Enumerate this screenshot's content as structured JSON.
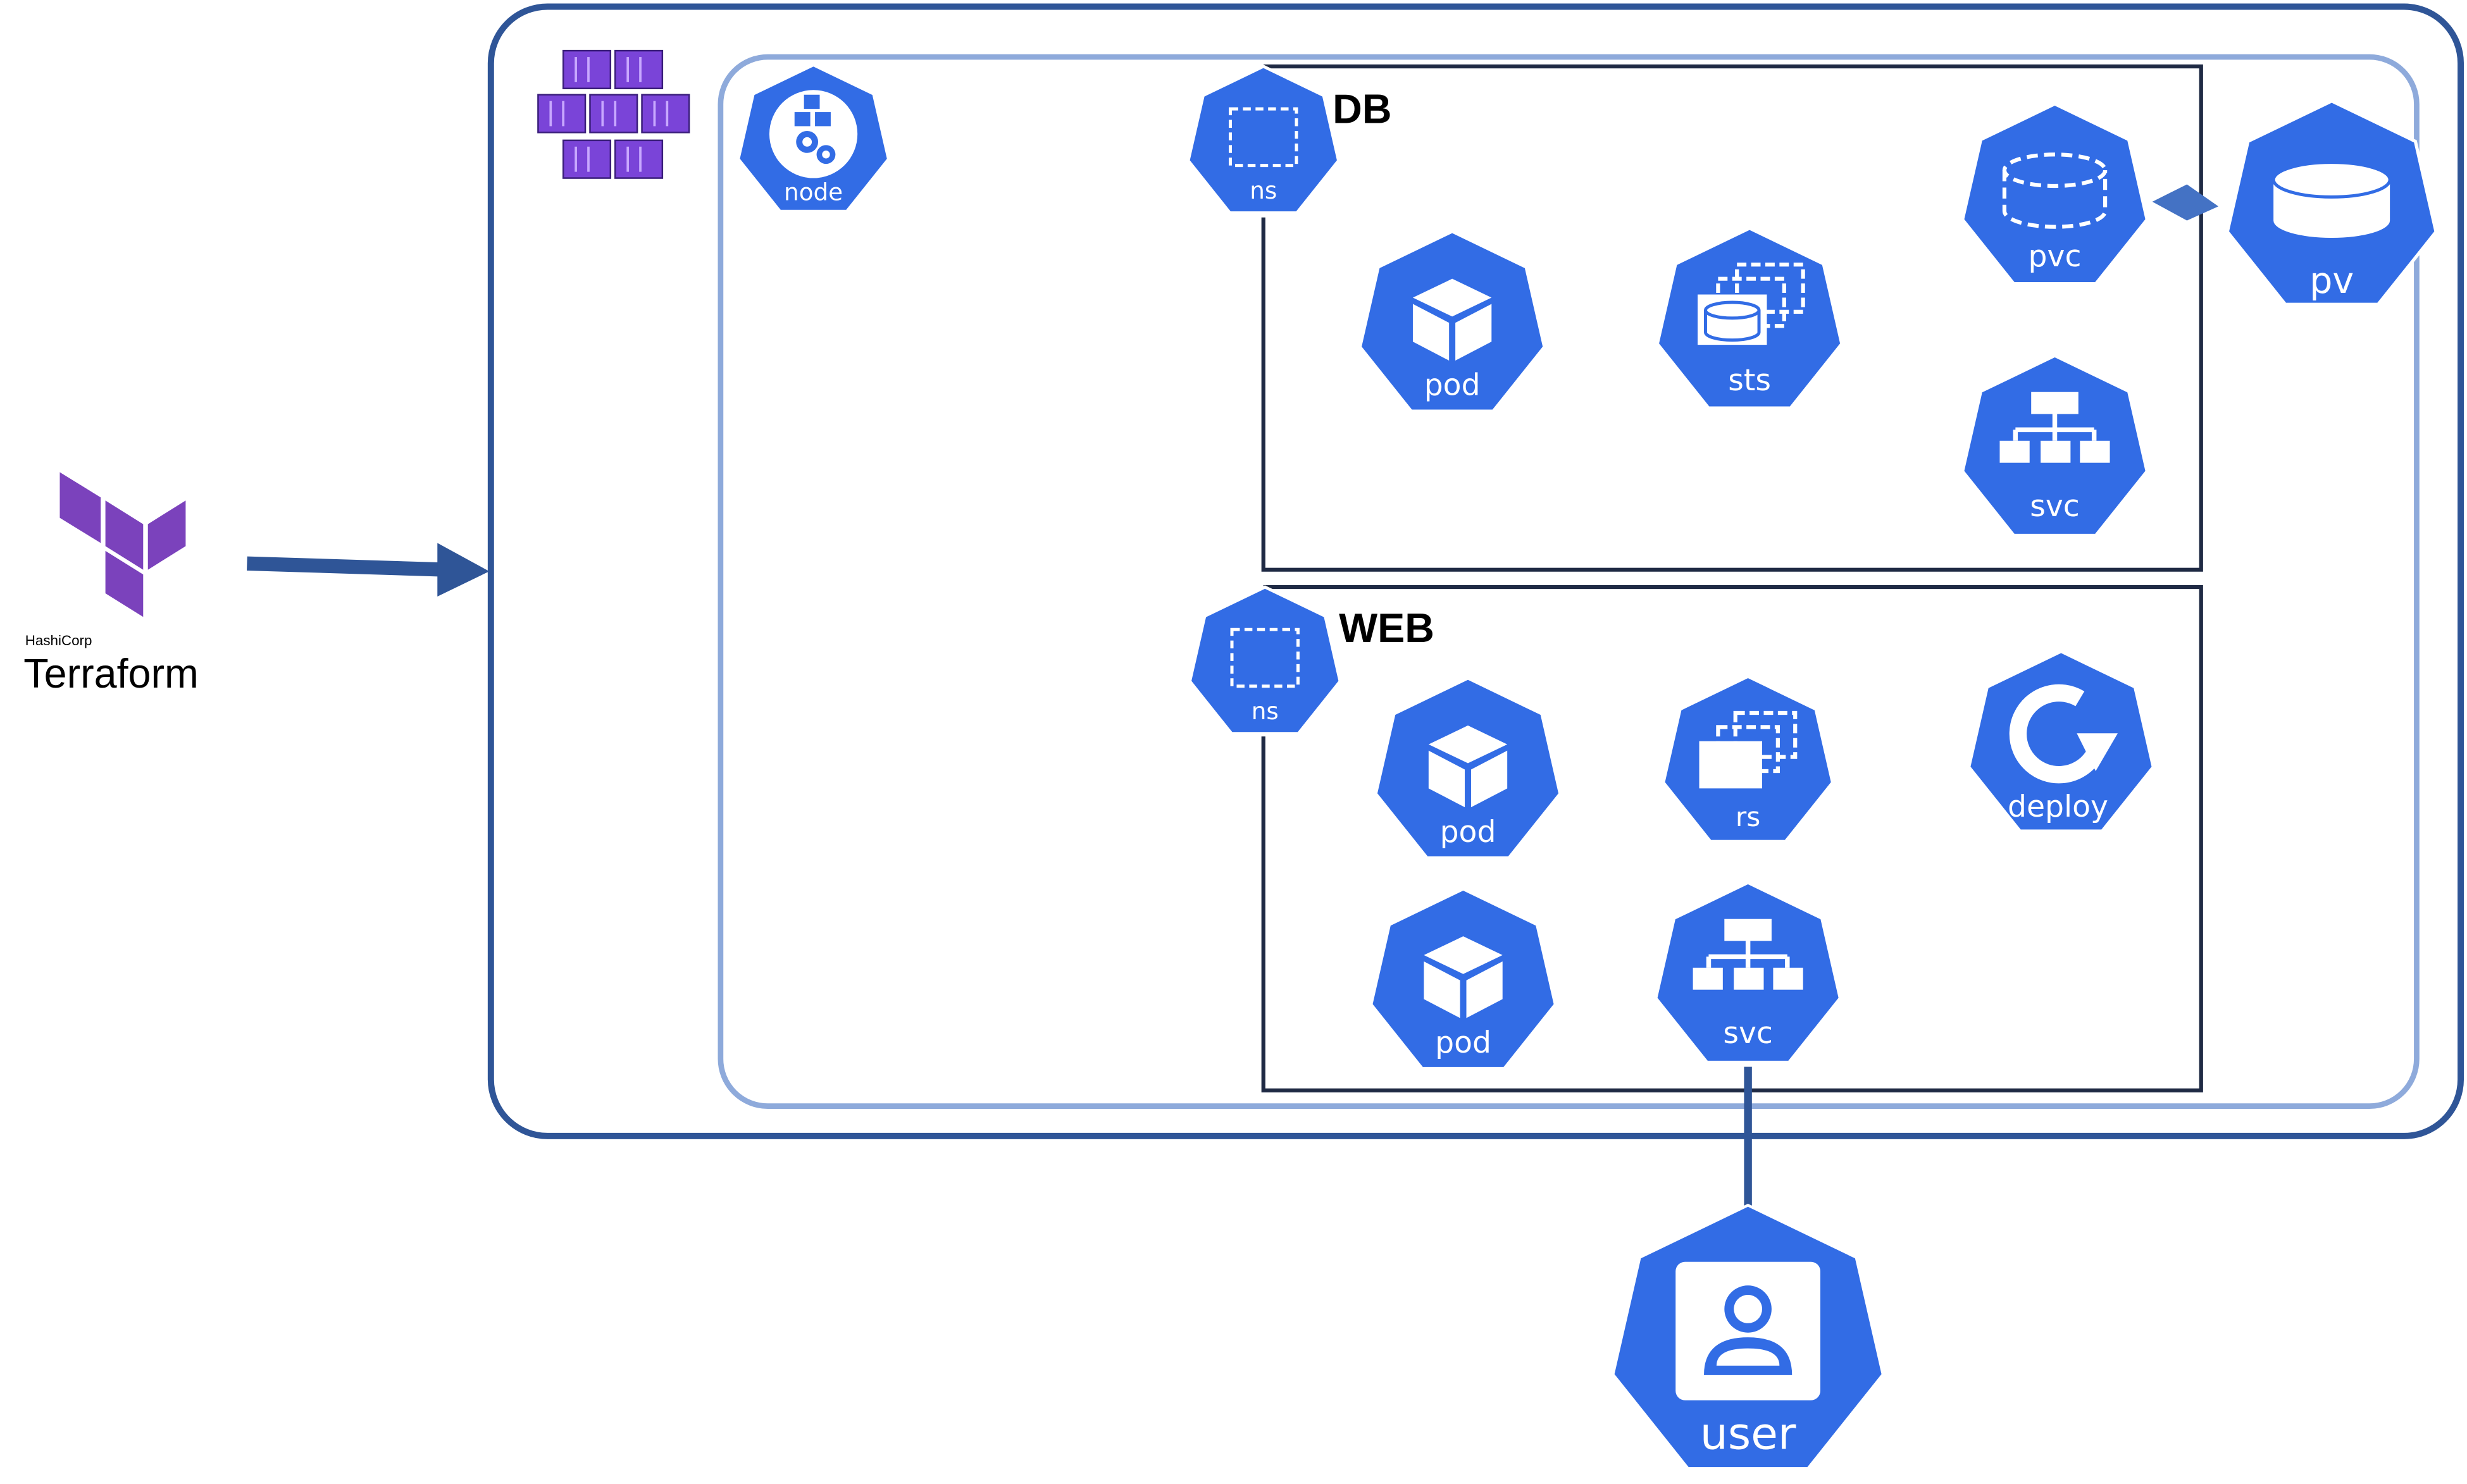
{
  "terraform": {
    "brand": "HashiCorp",
    "name": "Terraform",
    "color": "#7B42BC"
  },
  "cluster": {
    "outer_border_color": "#2F5597",
    "inner_border_color": "#8EAADB",
    "aks_icon": "aks-cluster-icon"
  },
  "namespaces": {
    "db": {
      "title": "DB",
      "icon_label": "ns"
    },
    "web": {
      "title": "WEB",
      "icon_label": "ns"
    }
  },
  "nodes": {
    "node": "node",
    "db_pod": "pod",
    "db_sts": "sts",
    "db_pvc": "pvc",
    "db_svc": "svc",
    "pv": "pv",
    "web_pod1": "pod",
    "web_rs": "rs",
    "web_deploy": "deploy",
    "web_pod2": "pod",
    "web_svc": "svc",
    "user": "user"
  },
  "colors": {
    "k8s_blue": "#326CE5",
    "line": "#2F5597",
    "box": "#1F2A44"
  }
}
